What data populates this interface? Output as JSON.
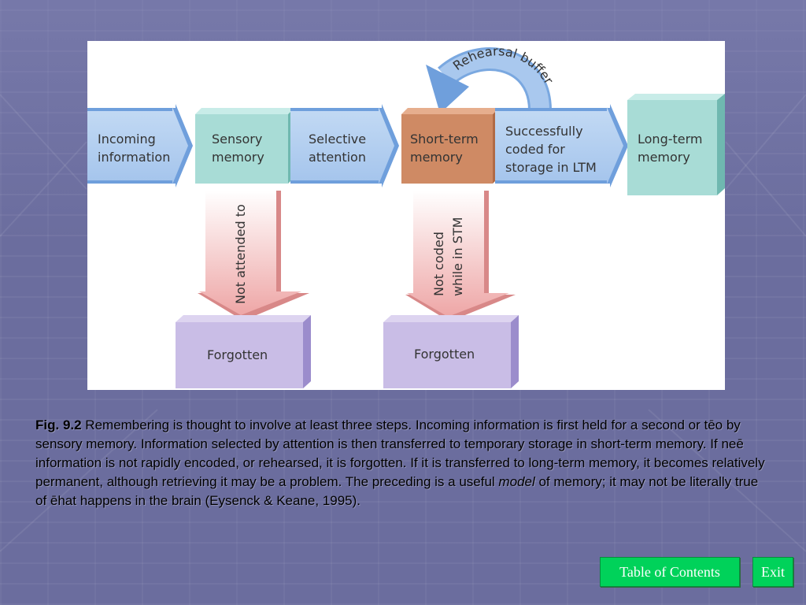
{
  "diagram": {
    "incoming": [
      "Incoming",
      "information"
    ],
    "sensory": [
      "Sensory",
      "memory"
    ],
    "selective": [
      "Selective",
      "attention"
    ],
    "short_term": [
      "Short-term",
      "memory"
    ],
    "coded": [
      "Successfully",
      "coded for",
      "storage in LTM"
    ],
    "long_term": [
      "Long-term",
      "memory"
    ],
    "rehearsal": "Rehearsal buffer",
    "not_attended": "Not attended to",
    "not_coded": [
      "Not coded",
      "while in STM"
    ],
    "forgotten_1": "Forgotten",
    "forgotten_2": "Forgotten",
    "colors": {
      "blue_arrow": "#a9c8ee",
      "teal_box": "#a8dcd6",
      "orange_box": "#cf8a64",
      "pink_arrow": "#f0b2b2",
      "purple_box": "#c9bde6"
    }
  },
  "caption": {
    "label": "Fig. 9.2",
    "part1": " Remembering is thought to involve at least three steps. Incoming information is first held for a second or tēo by sensory memory. Information selected by attention is then transferred to temporary storage in short-term memory. If neē information is not rapidly encoded, or rehearsed, it is forgotten. If it is transferred to long-term memory, it becomes relatively permanent, although retrieving it may be a problem. The preceding is a useful ",
    "emphasis": "model",
    "part2": " of memory; it may not be literally true of ēhat happens in the brain (Eysenck & Keane, 1995)."
  },
  "nav": {
    "toc_label": "Table of Contents",
    "exit_label": "Exit"
  }
}
